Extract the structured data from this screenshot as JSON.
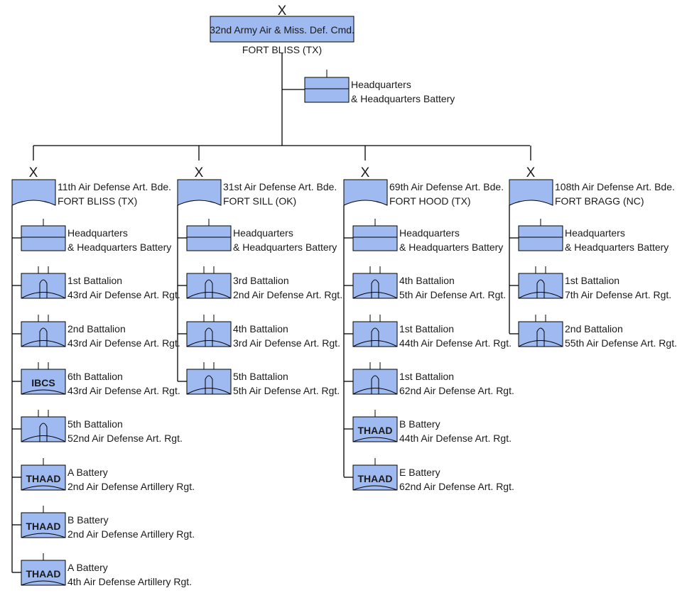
{
  "colors": {
    "box_fill": "#9fbaf0",
    "line": "#000000",
    "text": "#1a1a1a"
  },
  "command": {
    "echelon": "X",
    "name": "32nd Army Air & Miss. Def. Cmd.",
    "location": "FORT BLISS (TX)",
    "hq": {
      "line1": "Headquarters",
      "line2": "& Headquarters Battery"
    }
  },
  "brigades": [
    {
      "echelon": "X",
      "name": "11th Air Defense Art. Bde.",
      "location": "FORT BLISS (TX)",
      "units": [
        {
          "type": "hq",
          "line1": "Headquarters",
          "line2": "& Headquarters Battery"
        },
        {
          "type": "patriot",
          "line1": "1st Battalion",
          "line2": "43rd Air Defense Art. Rgt."
        },
        {
          "type": "patriot",
          "line1": "2nd Battalion",
          "line2": "43rd Air Defense Art. Rgt."
        },
        {
          "type": "text",
          "box_label": "IBCS",
          "line1": "6th Battalion",
          "line2": "43rd Air Defense Art. Rgt."
        },
        {
          "type": "patriot",
          "line1": "5th Battalion",
          "line2": "52nd Air Defense Art. Rgt."
        },
        {
          "type": "text",
          "box_label": "THAAD",
          "line1": "A Battery",
          "line2": "2nd Air Defense Artillery Rgt."
        },
        {
          "type": "text",
          "box_label": "THAAD",
          "line1": "B Battery",
          "line2": "2nd Air Defense Artillery Rgt."
        },
        {
          "type": "text",
          "box_label": "THAAD",
          "line1": "A Battery",
          "line2": "4th Air Defense Artillery Rgt."
        }
      ]
    },
    {
      "echelon": "X",
      "name": "31st Air Defense Art. Bde.",
      "location": "FORT SILL (OK)",
      "units": [
        {
          "type": "hq",
          "line1": "Headquarters",
          "line2": "& Headquarters Battery"
        },
        {
          "type": "patriot",
          "line1": "3rd Battalion",
          "line2": "2nd Air Defense Art. Rgt."
        },
        {
          "type": "patriot",
          "line1": "4th Battalion",
          "line2": "3rd Air Defense Art. Rgt."
        },
        {
          "type": "patriot",
          "line1": "5th Battalion",
          "line2": "5th Air Defense Art. Rgt."
        }
      ]
    },
    {
      "echelon": "X",
      "name": "69th Air Defense Art. Bde.",
      "location": "FORT HOOD (TX)",
      "units": [
        {
          "type": "hq",
          "line1": "Headquarters",
          "line2": "& Headquarters Battery"
        },
        {
          "type": "patriot",
          "line1": "4th Battalion",
          "line2": "5th Air Defense Art. Rgt."
        },
        {
          "type": "patriot",
          "line1": "1st Battalion",
          "line2": "44th Air Defense Art. Rgt."
        },
        {
          "type": "patriot",
          "line1": "1st Battalion",
          "line2": "62nd Air Defense Art. Rgt."
        },
        {
          "type": "text",
          "box_label": "THAAD",
          "line1": "B Battery",
          "line2": "44th Air Defense Art. Rgt."
        },
        {
          "type": "text",
          "box_label": "THAAD",
          "line1": "E Battery",
          "line2": "62nd Air Defense Art. Rgt."
        }
      ]
    },
    {
      "echelon": "X",
      "name": "108th Air Defense Art. Bde.",
      "location": "FORT BRAGG (NC)",
      "units": [
        {
          "type": "hq",
          "line1": "Headquarters",
          "line2": "& Headquarters Battery"
        },
        {
          "type": "patriot",
          "line1": "1st Battalion",
          "line2": "7th Air Defense Art. Rgt."
        },
        {
          "type": "patriot",
          "line1": "2nd Battalion",
          "line2": "55th Air Defense Art. Rgt."
        }
      ]
    }
  ]
}
